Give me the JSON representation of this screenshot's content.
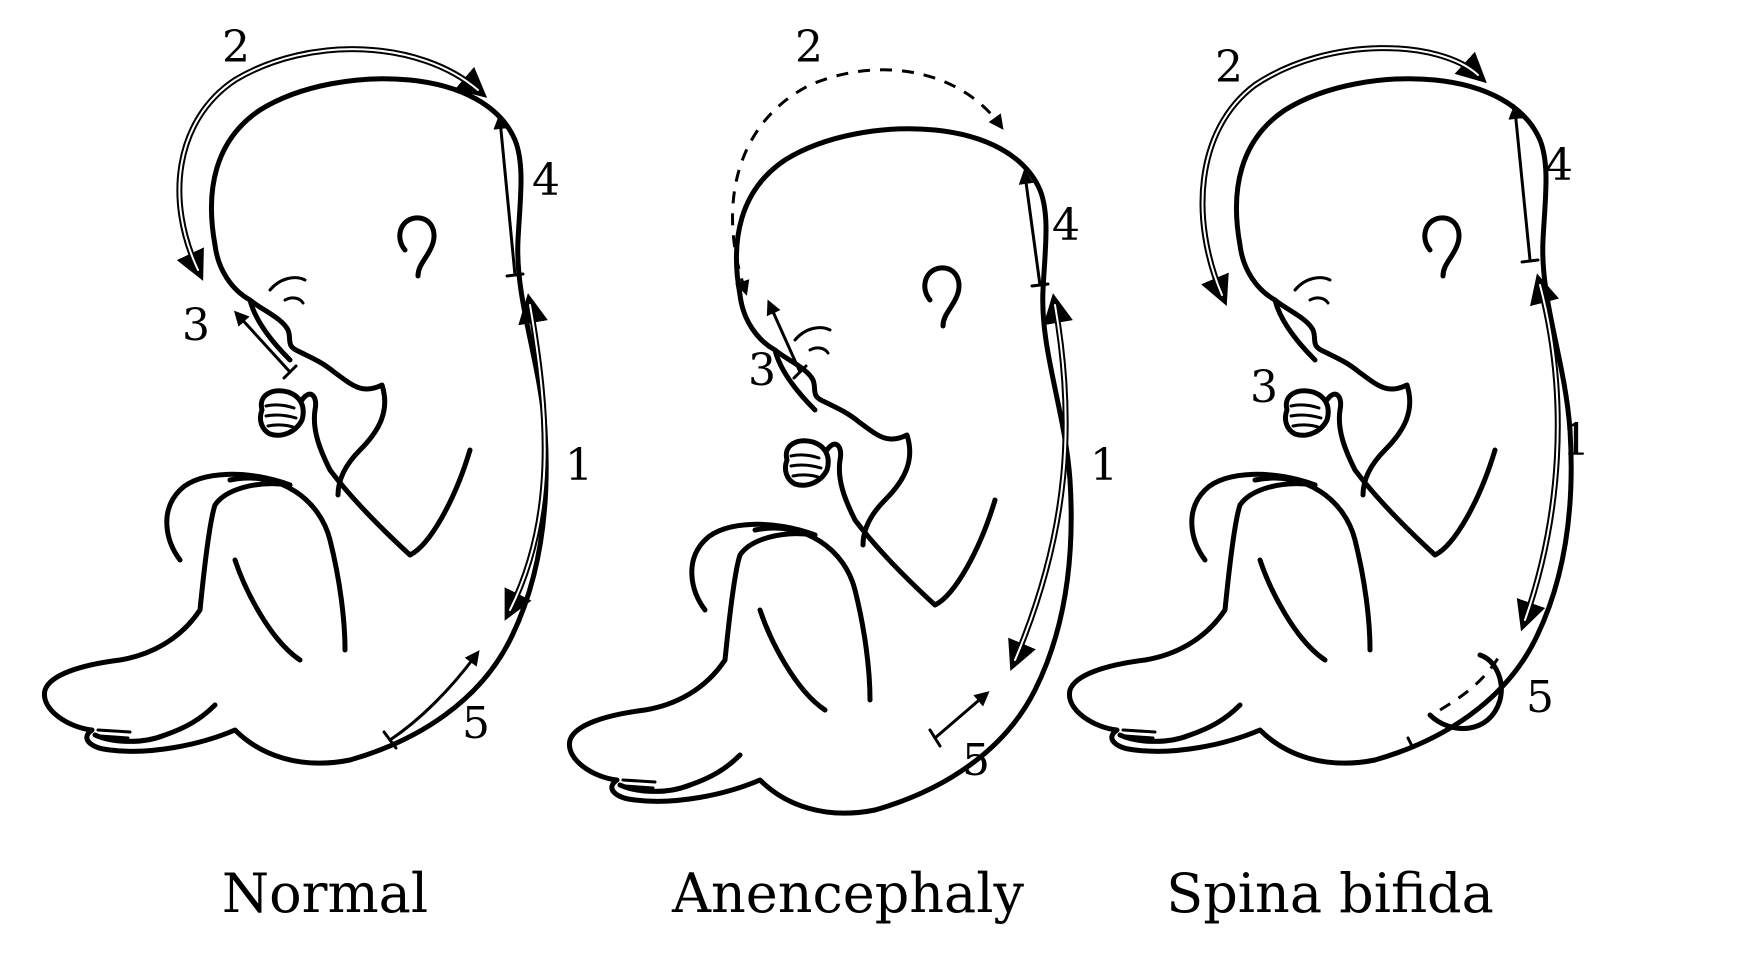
{
  "panels": [
    {
      "id": "normal",
      "caption": "Normal",
      "closure_sites": [
        {
          "label": "1",
          "closed": true
        },
        {
          "label": "2",
          "closed": true
        },
        {
          "label": "3",
          "closed": true
        },
        {
          "label": "4",
          "closed": true
        },
        {
          "label": "5",
          "closed": true
        }
      ]
    },
    {
      "id": "anencephaly",
      "caption": "Anencephaly",
      "closure_sites": [
        {
          "label": "1",
          "closed": true
        },
        {
          "label": "2",
          "closed": false
        },
        {
          "label": "3",
          "closed": true
        },
        {
          "label": "4",
          "closed": true
        },
        {
          "label": "5",
          "closed": true
        }
      ]
    },
    {
      "id": "spina-bifida",
      "caption": "Spina bifida",
      "closure_sites": [
        {
          "label": "1",
          "closed": true
        },
        {
          "label": "2",
          "closed": true
        },
        {
          "label": "3",
          "closed": true
        },
        {
          "label": "4",
          "closed": true
        },
        {
          "label": "5",
          "closed": false
        }
      ]
    }
  ]
}
